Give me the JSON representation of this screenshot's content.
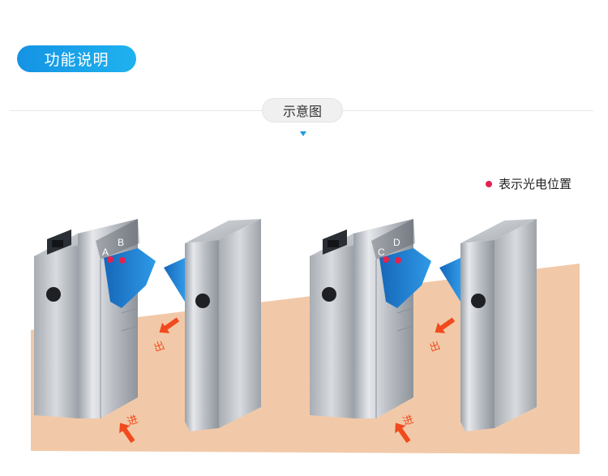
{
  "section_title": "功能说明",
  "diagram_label": "示意图",
  "legend": {
    "label": "表示光电位置",
    "dot_color": "#e4224f"
  },
  "turnstiles": [
    {
      "sensors": [
        "A",
        "B"
      ],
      "exit_label": "出",
      "entry_label": "进"
    },
    {
      "sensors": [
        "C",
        "D"
      ],
      "exit_label": "出",
      "entry_label": "进"
    }
  ],
  "colors": {
    "accent": "#1a9ae6",
    "floor": "#f2c9a8",
    "arrow": "#f04a1e",
    "flap": "#1f86d6",
    "sensor": "#e4224f"
  }
}
